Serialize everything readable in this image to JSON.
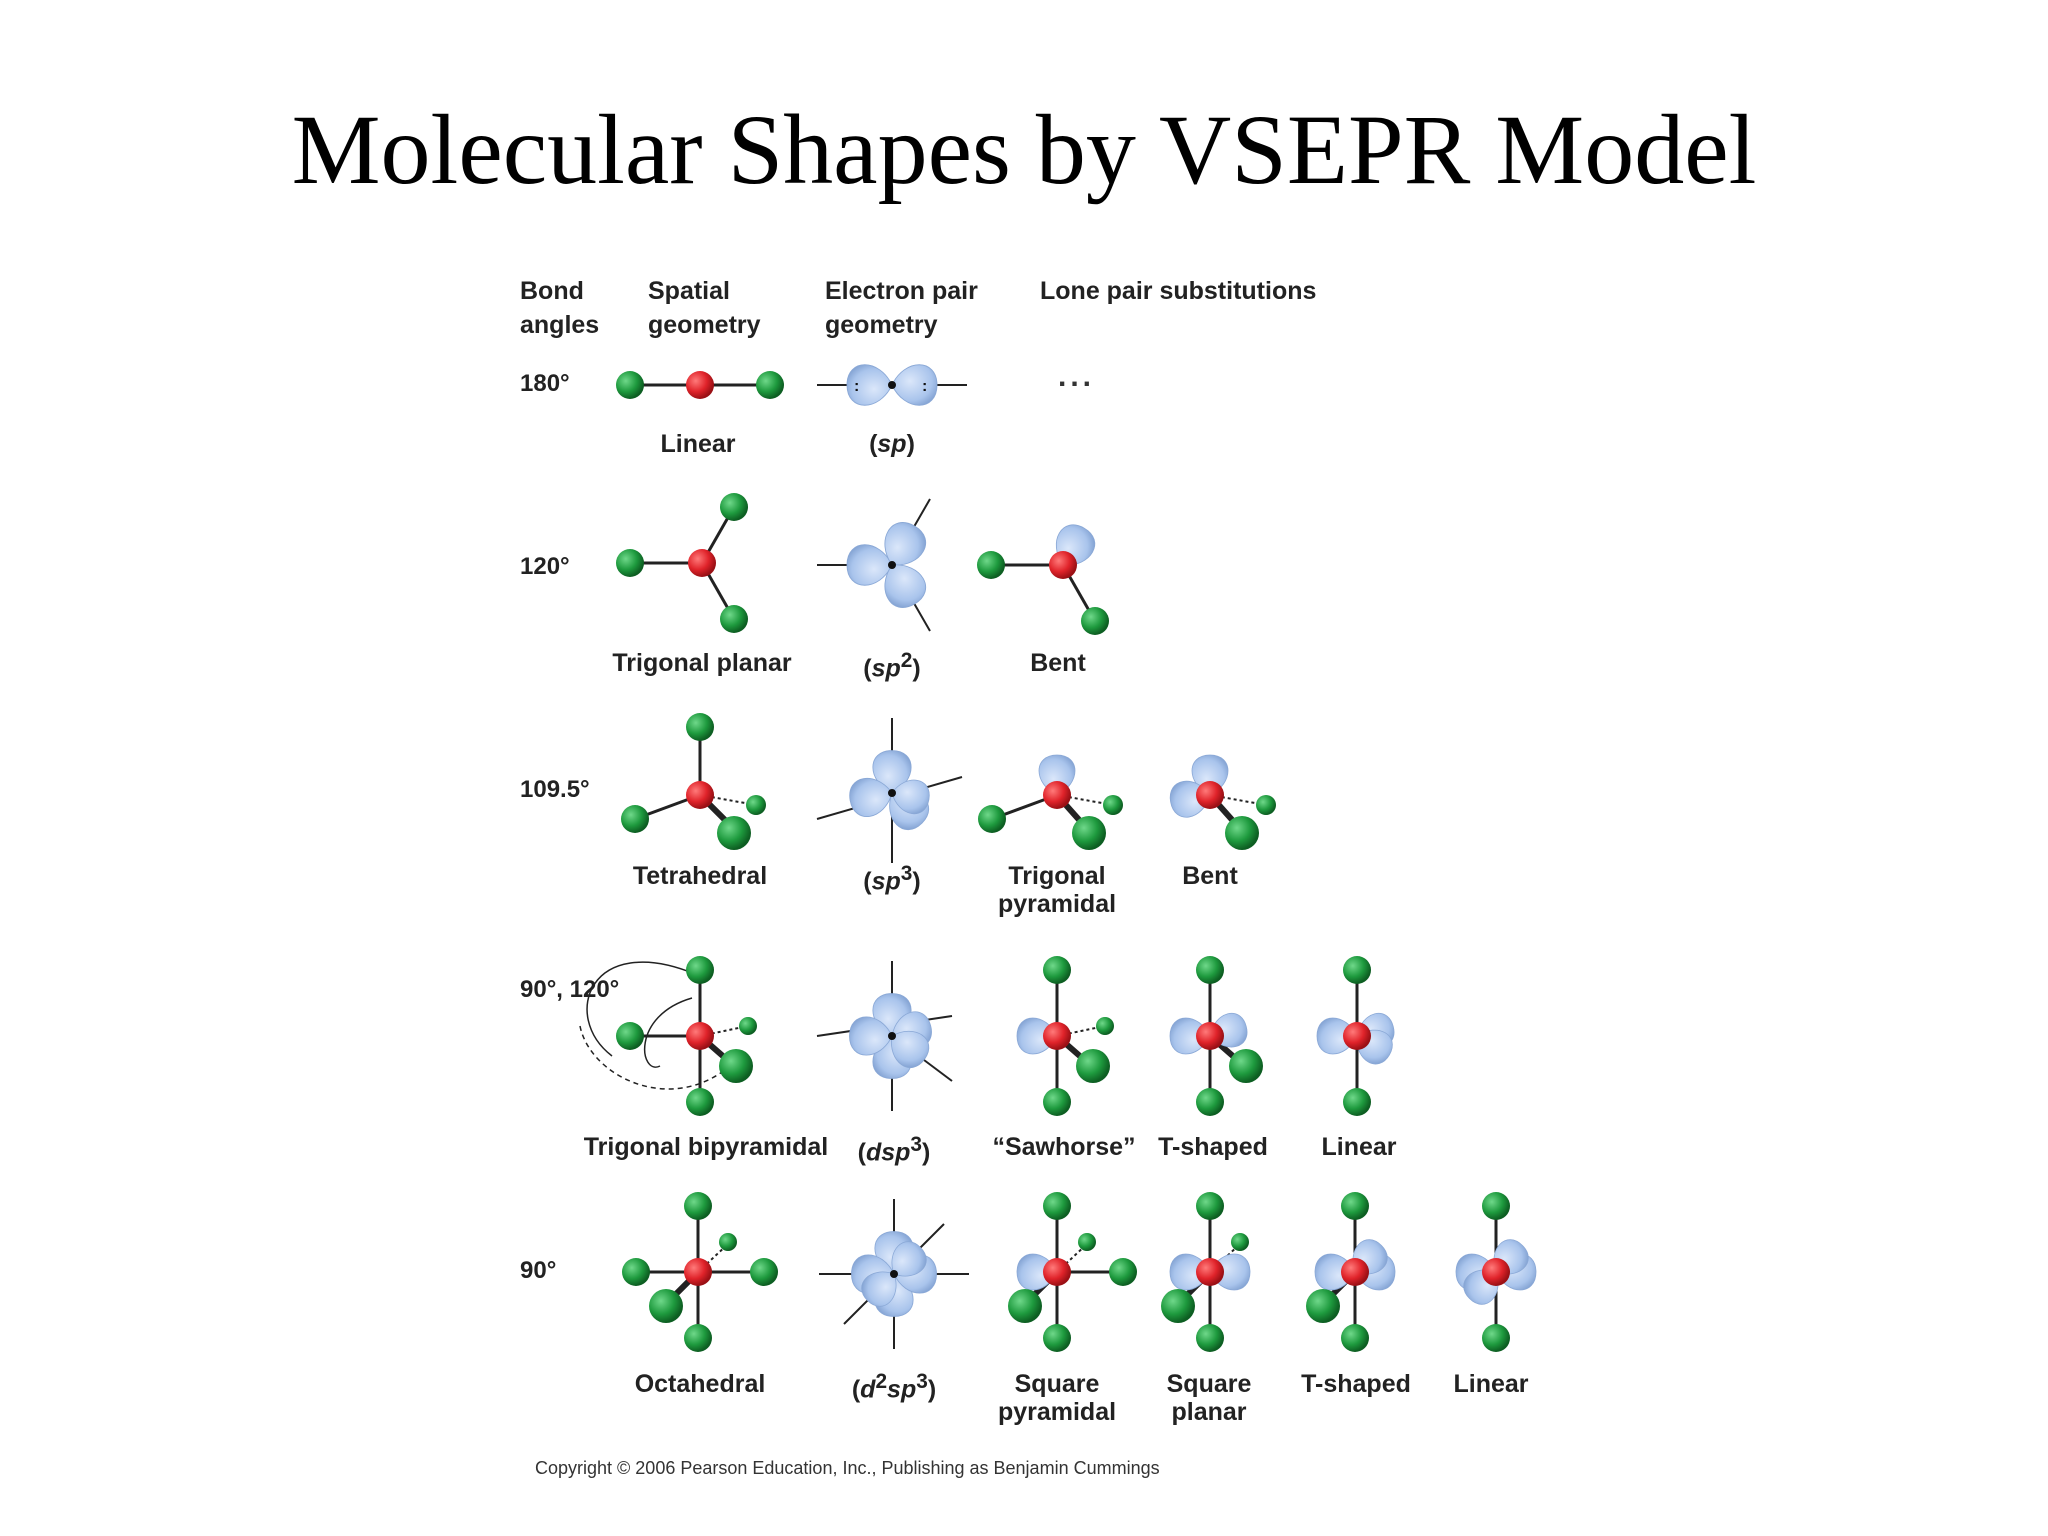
{
  "title": "Molecular Shapes by VSEPR Model",
  "headers": {
    "bond_angles": [
      "Bond",
      "angles"
    ],
    "spatial": [
      "Spatial",
      "geometry"
    ],
    "electron_pair": [
      "Electron pair",
      "geometry"
    ],
    "lone_pair": "Lone pair substitutions"
  },
  "rows": [
    {
      "angle": "180°",
      "spatial": "Linear",
      "hyb_pre": "(",
      "hyb_it": "sp",
      "hyb_sup": "",
      "hyb_post": ")",
      "subs": []
    },
    {
      "angle": "120°",
      "spatial": "Trigonal planar",
      "hyb_pre": "(",
      "hyb_it": "sp",
      "hyb_sup": "2",
      "hyb_post": ")",
      "subs": [
        "Bent"
      ]
    },
    {
      "angle": "109.5°",
      "spatial": "Tetrahedral",
      "hyb_pre": "(",
      "hyb_it": "sp",
      "hyb_sup": "3",
      "hyb_post": ")",
      "subs": [
        "Trigonal pyramidal",
        "Bent"
      ]
    },
    {
      "angle": "90°, 120°",
      "spatial": "Trigonal bipyramidal",
      "hyb_pre": "(",
      "hyb_it": "dsp",
      "hyb_sup": "3",
      "hyb_post": ")",
      "subs": [
        "“Sawhorse”",
        "T-shaped",
        "Linear"
      ]
    },
    {
      "angle": "90°",
      "spatial": "Octahedral",
      "hyb_pre": "(",
      "hyb_it": "d",
      "hyb_sup": "2",
      "hyb_it2": "sp",
      "hyb_sup2": "3",
      "hyb_post": ")",
      "subs": [
        "Square pyramidal",
        "Square planar",
        "T-shaped",
        "Linear"
      ]
    }
  ],
  "subs_lines": {
    "trig_pyr": [
      "Trigonal",
      "pyramidal"
    ],
    "sq_pyr": [
      "Square",
      "pyramidal"
    ],
    "sq_planar": [
      "Square",
      "planar"
    ]
  },
  "ellipsis": "...",
  "copyright": "Copyright © 2006 Pearson Education, Inc., Publishing as Benjamin Cummings",
  "colors": {
    "central_atom": "#e0232a",
    "outer_atom": "#1e9a3e",
    "lone_pair_lobe": "#a9c4ec",
    "bond": "#222222"
  }
}
